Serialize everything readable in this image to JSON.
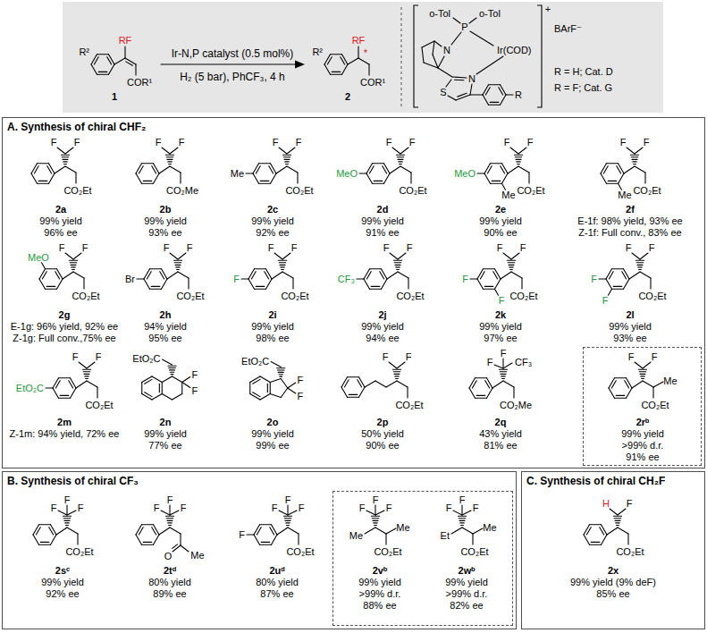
{
  "diagram": {
    "nodes": [
      {
        "text": [
          "Ir-N,P catalyst (0.5 mol%)",
          "H₂ (5 bar), PhCF₃, 4 h"
        ]
      },
      {
        "text": [
          "A. Synthesis of chiral CHF₂"
        ]
      },
      {
        "text": [
          "2rᵇ",
          "99% yield",
          ">99% d.r.",
          "91% ee"
        ],
        "in": 1
      },
      {
        "text": [
          "B. Synthesis of chiral CF₃"
        ]
      },
      {
        "text": [
          "2vᵇ",
          "99% yield",
          ">99% d.r.",
          "88% ee",
          "2wᵇ",
          "99% yield",
          ">99% d.r.",
          "82% ee"
        ],
        "in": 3
      },
      {
        "text": [
          "C. Synthesis of chiral CH₂F"
        ]
      }
    ],
    "labels": [
      "R²",
      "RF",
      "COR¹",
      "1",
      "R²",
      "RF",
      "*",
      "COR¹",
      "2",
      "o-Tol",
      "o-Tol",
      "P",
      "N",
      "Ir(COD)",
      "N",
      "S",
      "R",
      "+",
      "BArF⁻",
      "R = H; Cat. D",
      "R = F; Cat. G",
      "F",
      "F",
      "CO₂Et",
      "2a",
      "99% yield",
      "96% ee",
      "F",
      "F",
      "CO₂Me",
      "2b",
      "99% yield",
      "93% ee",
      "F",
      "F",
      "Me",
      "CO₂Et",
      "2c",
      "99% yield",
      "92% ee",
      "F",
      "F",
      "MeO",
      "CO₂Et",
      "2d",
      "99% yield",
      "91% ee",
      "F",
      "F",
      "MeO",
      "Me",
      "CO₂Et",
      "2e",
      "99% yield",
      "90% ee",
      "F",
      "F",
      "Me",
      "CO₂Et",
      "2f",
      "E-1f: 98% yield, 93% ee",
      "Z-1f: Full conv., 83% ee",
      "F",
      "F",
      "MeO",
      "CO₂Et",
      "2g",
      "E-1g: 96% yield, 92% ee",
      "Z-1g: Full conv.,75% ee",
      "F",
      "F",
      "Br",
      "CO₂Et",
      "2h",
      "94% yield",
      "95% ee",
      "F",
      "F",
      "F",
      "CO₂Et",
      "2i",
      "99% yield",
      "98% ee",
      "F",
      "F",
      "CF₃",
      "CO₂Et",
      "2j",
      "99% yield",
      "94% ee",
      "F",
      "F",
      "F",
      "F",
      "CO₂Et",
      "2k",
      "99% yield",
      "97% ee",
      "F",
      "F",
      "F",
      "F",
      "CO₂Et",
      "2l",
      "99% yield",
      "93% ee",
      "F",
      "F",
      "EtO₂C",
      "CO₂Et",
      "2m",
      "Z-1m: 94% yield, 72% ee",
      "EtO₂C",
      "F",
      "F",
      "2n",
      "99% yield",
      "77% ee",
      "EtO₂C",
      "F",
      "F",
      "2o",
      "99% yield",
      "99% ee",
      "F",
      "F",
      "CO₂Et",
      "2p",
      "50% yield",
      "90% ee",
      "F",
      "F",
      "CF₃",
      "CO₂Me",
      "2q",
      "43% yield",
      "81% ee",
      "F",
      "F",
      "Me",
      "CO₂Et",
      "F",
      "F",
      "F",
      "CO₂Et",
      "2sᶜ",
      "99% yield",
      "92% ee",
      "F",
      "F",
      "F",
      "O",
      "Me",
      "2tᵈ",
      "80% yield",
      "89% ee",
      "F",
      "F",
      "F",
      "F",
      "CO₂Et",
      "2uᵈ",
      "80% yield",
      "87% ee",
      "F",
      "F",
      "F",
      "Me",
      "Me",
      "CO₂Et",
      "F",
      "F",
      "F",
      "Et",
      "Me",
      "CO₂Et",
      "H",
      "F",
      "CO₂Et",
      "2x",
      "99% yield (9% deF)",
      "85% ee"
    ]
  }
}
